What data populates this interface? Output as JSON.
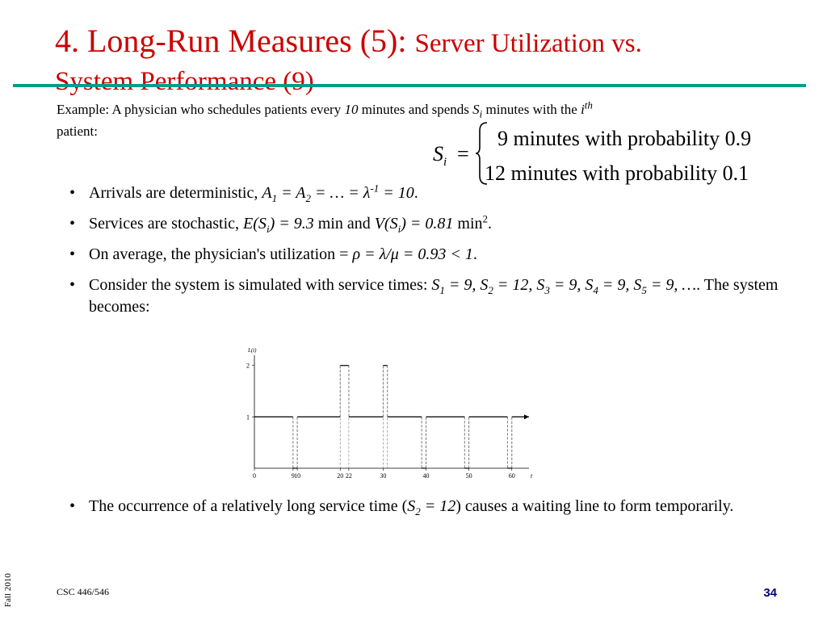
{
  "title": {
    "main": "4. Long-Run Measures (5): ",
    "sub": "Server Utilization vs.",
    "line2": "System Performance (9)"
  },
  "example": {
    "a": "Example: A physician who schedules patients every ",
    "b": "10",
    "c": " minutes and spends ",
    "d": "S",
    "e": "i",
    "f": " minutes with the ",
    "g": "i",
    "h": "th",
    "i": " patient:"
  },
  "formula": {
    "lhs": "S",
    "lhs_sub": "i",
    "eq": "=",
    "case1": "9 minutes with probability 0.9",
    "case2": "12 minutes with probability 0.1"
  },
  "bullets": {
    "b1": {
      "a": "Arrivals are deterministic, ",
      "b": "A",
      "c": "1",
      "d": " = A",
      "e": "2",
      "f": " = … = λ",
      "g": "-1",
      "h": " = 10",
      "i": "."
    },
    "b2": {
      "a": "Services are stochastic, ",
      "b": "E(S",
      "c": "i",
      "d": ") = 9.3",
      "e": " min and ",
      "f": "V(S",
      "g": "i",
      "h": ") = 0.81",
      "i": " min",
      "j": "2",
      "k": "."
    },
    "b3": {
      "a": "On average, the physician's utilization = ",
      "b": "ρ = λ/μ = 0.93 < 1",
      "c": "."
    },
    "b4": {
      "a": "Consider the system is simulated with service times: ",
      "b": "S",
      "c": "1",
      "d": " = 9, S",
      "e": "2",
      "f": " = 12, S",
      "g": "3",
      "h": " = 9, S",
      "i": "4",
      "j": " = 9, S",
      "k": "5",
      "l": " = 9, …",
      "m": ".  The system becomes:"
    },
    "b5": {
      "a": "The occurrence of a relatively long service time (",
      "b": "S",
      "c": "2",
      "d": " = 12",
      "e": ") causes a waiting line to form temporarily."
    }
  },
  "chart_data": {
    "type": "line",
    "ylabel": "L(t)",
    "xlabel": "t",
    "x_ticks": [
      "0",
      "9",
      "10",
      "20",
      "22",
      "30",
      "40",
      "50",
      "60"
    ],
    "y_ticks": [
      "1",
      "2"
    ],
    "xlim": [
      0,
      64
    ],
    "ylim": [
      0,
      2.2
    ],
    "steps": [
      [
        0,
        1
      ],
      [
        9,
        0
      ],
      [
        10,
        1
      ],
      [
        20,
        2
      ],
      [
        22,
        1
      ],
      [
        30,
        2
      ],
      [
        31,
        1
      ],
      [
        39,
        0
      ],
      [
        40,
        1
      ],
      [
        49,
        0
      ],
      [
        50,
        1
      ],
      [
        59,
        0
      ],
      [
        60,
        1
      ],
      [
        64,
        1
      ]
    ]
  },
  "footer": {
    "date": "Fall 2010",
    "course": "CSC 446/546",
    "page": "34"
  }
}
